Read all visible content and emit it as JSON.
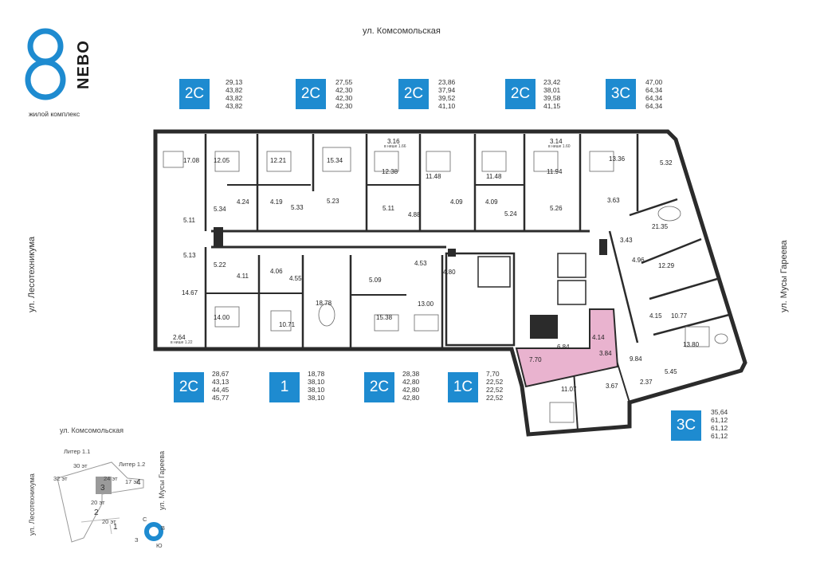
{
  "logo": {
    "digit": "8",
    "name": "NEBO",
    "subtitle": "жилой комплекс"
  },
  "streets": {
    "top": "ул. Комсомольская",
    "left": "ул. Лесотехникума",
    "right": "ул. Мусы Гареева"
  },
  "apartments_top": [
    {
      "type": "2С",
      "areas": [
        "29,13",
        "43,82",
        "43,82",
        "43,82"
      ]
    },
    {
      "type": "2С",
      "areas": [
        "27,55",
        "42,30",
        "42,30",
        "42,30"
      ]
    },
    {
      "type": "2С",
      "areas": [
        "23,86",
        "37,94",
        "39,52",
        "41,10"
      ]
    },
    {
      "type": "2С",
      "areas": [
        "23,42",
        "38,01",
        "39,58",
        "41,15"
      ]
    },
    {
      "type": "3С",
      "areas": [
        "47,00",
        "64,34",
        "64,34",
        "64,34"
      ]
    }
  ],
  "apartments_bottom": [
    {
      "type": "2С",
      "areas": [
        "28,67",
        "43,13",
        "44,45",
        "45,77"
      ]
    },
    {
      "type": "1",
      "areas": [
        "18,78",
        "38,10",
        "38,10",
        "38,10"
      ]
    },
    {
      "type": "2С",
      "areas": [
        "28,38",
        "42,80",
        "42,80",
        "42,80"
      ]
    },
    {
      "type": "1С",
      "areas": [
        "7,70",
        "22,52",
        "22,52",
        "22,52"
      ]
    },
    {
      "type": "3С",
      "areas": [
        "35,64",
        "61,12",
        "61,12",
        "61,12"
      ]
    }
  ],
  "rooms": [
    {
      "t": "17.08"
    },
    {
      "t": "12.05"
    },
    {
      "t": "12.21"
    },
    {
      "t": "15.34"
    },
    {
      "t": "3.16"
    },
    {
      "t": "12.38"
    },
    {
      "t": "11.48"
    },
    {
      "t": "11.48"
    },
    {
      "t": "3.14"
    },
    {
      "t": "11.94"
    },
    {
      "t": "13.36"
    },
    {
      "t": "5.32"
    },
    {
      "t": "4.24"
    },
    {
      "t": "4.19"
    },
    {
      "t": "5.34"
    },
    {
      "t": "5.33"
    },
    {
      "t": "5.23"
    },
    {
      "t": "5.11"
    },
    {
      "t": "4.88"
    },
    {
      "t": "4.09"
    },
    {
      "t": "4.09"
    },
    {
      "t": "5.24"
    },
    {
      "t": "5.26"
    },
    {
      "t": "3.63"
    },
    {
      "t": "5.11"
    },
    {
      "t": "21.35"
    },
    {
      "t": "5.13"
    },
    {
      "t": "3.43"
    },
    {
      "t": "5.22"
    },
    {
      "t": "4.06"
    },
    {
      "t": "4.11"
    },
    {
      "t": "4.55"
    },
    {
      "t": "5.09"
    },
    {
      "t": "4.53"
    },
    {
      "t": "4.80"
    },
    {
      "t": "4.96"
    },
    {
      "t": "12.29"
    },
    {
      "t": "14.67"
    },
    {
      "t": "14.00"
    },
    {
      "t": "10.71"
    },
    {
      "t": "18.78"
    },
    {
      "t": "15.38"
    },
    {
      "t": "13.00"
    },
    {
      "t": "4.15"
    },
    {
      "t": "10.77"
    },
    {
      "t": "2.64"
    },
    {
      "t": "6.84"
    },
    {
      "t": "4.14"
    },
    {
      "t": "7.70"
    },
    {
      "t": "3.84"
    },
    {
      "t": "13.80"
    },
    {
      "t": "9.84"
    },
    {
      "t": "5.45"
    },
    {
      "t": "11.07"
    },
    {
      "t": "3.67"
    },
    {
      "t": "2.37"
    }
  ],
  "small_notes": [
    "в нише 1.66",
    "в нише 1.60",
    "в нише 1.22"
  ],
  "keymap": {
    "street_top": "ул. Комсомольская",
    "street_left": "ул. Лесотехникума",
    "street_right": "ул. Мусы Гареева",
    "liter1": "Литер 1.1",
    "liter2": "Литер 1.2",
    "floors": [
      "30 эт",
      "32 эт",
      "24 эт",
      "17 эт",
      "20 эт",
      "20 эт"
    ],
    "numbers": [
      "3",
      "4",
      "2",
      "1"
    ],
    "compass": {
      "n": "С",
      "e": "В",
      "s": "Ю",
      "w": "З"
    }
  },
  "colors": {
    "accent": "#1e8bd0",
    "highlight": "#e9b3cf",
    "walls": "#2b2b2b"
  }
}
